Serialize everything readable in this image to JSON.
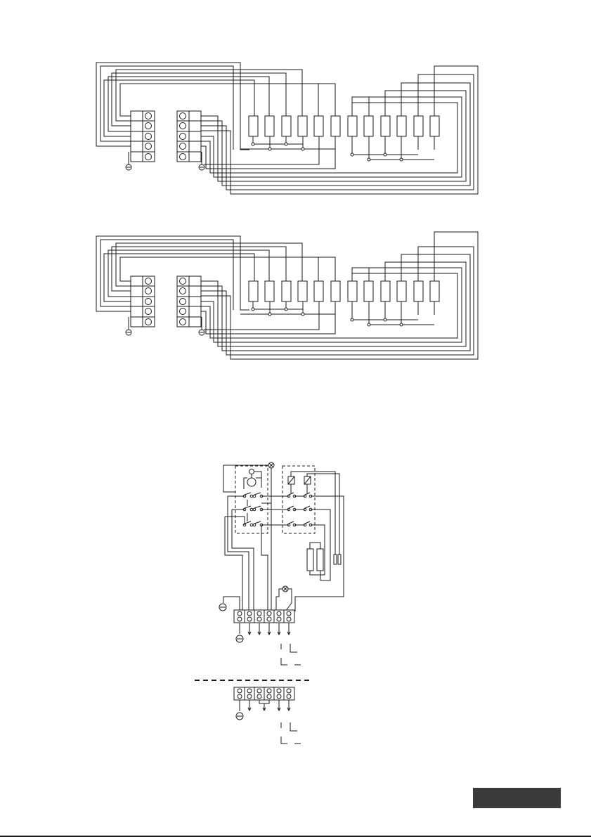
{
  "page": {
    "tab_color": "#3a3a3a",
    "line_color": "#1a1a1a"
  },
  "diagrams": [
    {
      "name": "wiring-diagram-a",
      "type": "heater-element-wiring",
      "elements": 12,
      "terminal_blocks": 2
    },
    {
      "name": "wiring-diagram-b",
      "type": "heater-element-wiring",
      "elements": 12,
      "terminal_blocks": 2
    },
    {
      "name": "control-circuit-schematic",
      "type": "switch-and-thermostat-circuit"
    },
    {
      "name": "alternate-connection",
      "type": "terminal-bridge"
    }
  ]
}
